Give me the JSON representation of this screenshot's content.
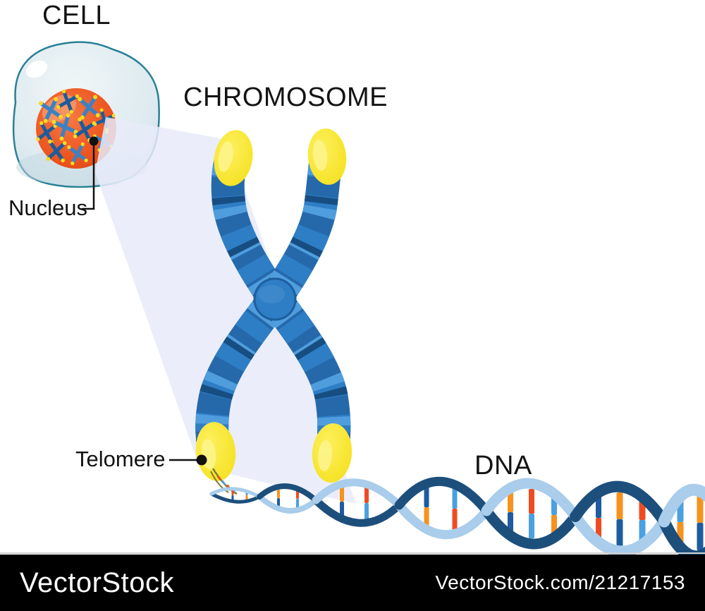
{
  "labels": {
    "cell": "CELL",
    "chromosome": "CHROMOSOME",
    "nucleus": "Nucleus",
    "telomere": "Telomere",
    "dna": "DNA"
  },
  "footer": {
    "brand": "VectorStock",
    "credit": "VectorStock.com/21217153",
    "background": "#000000",
    "text_color": "#ffffff"
  },
  "palette": {
    "cell_outline": "#2a8096",
    "cell_fill": "#e3edf1",
    "nucleus_orange": "#ee5a24",
    "beam": "#e7ebf9",
    "chromosome_blue": "#2e7ec6",
    "chromosome_dark": "#174e82",
    "chromosome_light": "#4f9ddd",
    "telomere_yellow": "#f7e41f",
    "dna_light_strand": "#a9cdeb",
    "dna_dark_strand": "#1d4f7c",
    "dna_orange": "#f6921e",
    "dna_red": "#ef4b23",
    "dna_blue": "#4aa0e0",
    "dna_navy": "#1d5c9e"
  }
}
